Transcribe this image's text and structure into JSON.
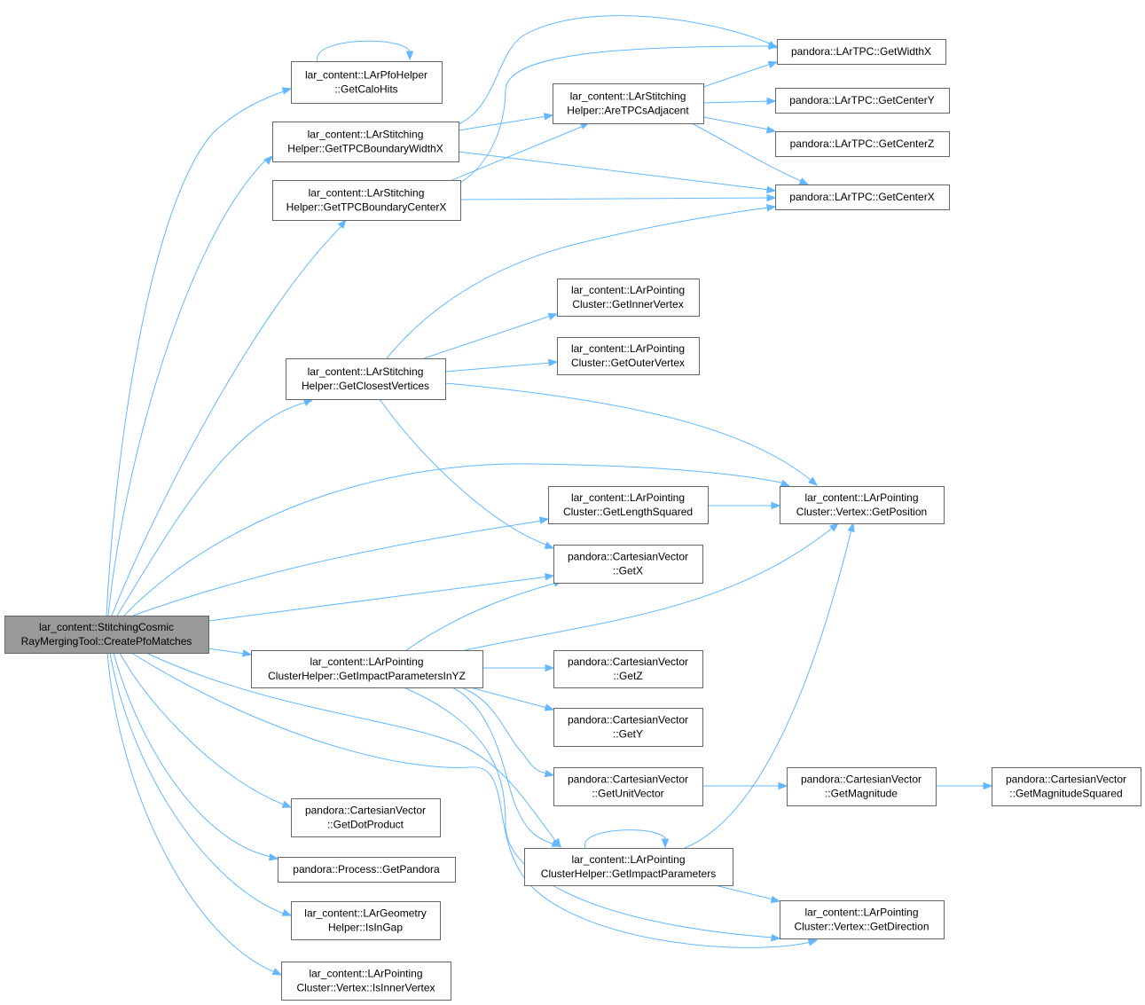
{
  "colors": {
    "edge": "#63b8ff",
    "node_border": "#666666",
    "root_fill": "#999999",
    "node_fill": "#ffffff"
  },
  "nodes": [
    {
      "id": "root",
      "lines": [
        "lar_content::StitchingCosmic",
        "RayMergingTool::CreatePfoMatches"
      ],
      "root": true
    },
    {
      "id": "getcalohits",
      "lines": [
        "lar_content::LArPfoHelper",
        "::GetCaloHits"
      ]
    },
    {
      "id": "gettpcboundarywidthx",
      "lines": [
        "lar_content::LArStitching",
        "Helper::GetTPCBoundaryWidthX"
      ]
    },
    {
      "id": "gettpcboundarycenterx",
      "lines": [
        "lar_content::LArStitching",
        "Helper::GetTPCBoundaryCenterX"
      ]
    },
    {
      "id": "aretpcsadjacent",
      "lines": [
        "lar_content::LArStitching",
        "Helper::AreTPCsAdjacent"
      ]
    },
    {
      "id": "getwidthx",
      "lines": [
        "pandora::LArTPC::GetWidthX"
      ]
    },
    {
      "id": "getcentery",
      "lines": [
        "pandora::LArTPC::GetCenterY"
      ]
    },
    {
      "id": "getcenterz",
      "lines": [
        "pandora::LArTPC::GetCenterZ"
      ]
    },
    {
      "id": "getcenterx",
      "lines": [
        "pandora::LArTPC::GetCenterX"
      ]
    },
    {
      "id": "getclosestvertices",
      "lines": [
        "lar_content::LArStitching",
        "Helper::GetClosestVertices"
      ]
    },
    {
      "id": "getinnervertex",
      "lines": [
        "lar_content::LArPointing",
        "Cluster::GetInnerVertex"
      ]
    },
    {
      "id": "getoutervertex",
      "lines": [
        "lar_content::LArPointing",
        "Cluster::GetOuterVertex"
      ]
    },
    {
      "id": "getposition",
      "lines": [
        "lar_content::LArPointing",
        "Cluster::Vertex::GetPosition"
      ]
    },
    {
      "id": "getlengthsquared",
      "lines": [
        "lar_content::LArPointing",
        "Cluster::GetLengthSquared"
      ]
    },
    {
      "id": "getx",
      "lines": [
        "pandora::CartesianVector",
        "::GetX"
      ]
    },
    {
      "id": "getimpactparametersinyz",
      "lines": [
        "lar_content::LArPointing",
        "ClusterHelper::GetImpactParametersInYZ"
      ]
    },
    {
      "id": "getz",
      "lines": [
        "pandora::CartesianVector",
        "::GetZ"
      ]
    },
    {
      "id": "gety",
      "lines": [
        "pandora::CartesianVector",
        "::GetY"
      ]
    },
    {
      "id": "getunitvector",
      "lines": [
        "pandora::CartesianVector",
        "::GetUnitVector"
      ]
    },
    {
      "id": "getmagnitude",
      "lines": [
        "pandora::CartesianVector",
        "::GetMagnitude"
      ]
    },
    {
      "id": "getmagnitudesquared",
      "lines": [
        "pandora::CartesianVector",
        "::GetMagnitudeSquared"
      ]
    },
    {
      "id": "getdotproduct",
      "lines": [
        "pandora::CartesianVector",
        "::GetDotProduct"
      ]
    },
    {
      "id": "getpandora",
      "lines": [
        "pandora::Process::GetPandora"
      ]
    },
    {
      "id": "getimpactparameters",
      "lines": [
        "lar_content::LArPointing",
        "ClusterHelper::GetImpactParameters"
      ]
    },
    {
      "id": "isingap",
      "lines": [
        "lar_content::LArGeometry",
        "Helper::IsInGap"
      ]
    },
    {
      "id": "getdirection",
      "lines": [
        "lar_content::LArPointing",
        "Cluster::Vertex::GetDirection"
      ]
    },
    {
      "id": "isinnervertex",
      "lines": [
        "lar_content::LArPointing",
        "Cluster::Vertex::IsInnerVertex"
      ]
    }
  ],
  "edges": [
    [
      "root",
      "getcalohits"
    ],
    [
      "root",
      "gettpcboundarywidthx"
    ],
    [
      "root",
      "gettpcboundarycenterx"
    ],
    [
      "root",
      "getclosestvertices"
    ],
    [
      "root",
      "getposition"
    ],
    [
      "root",
      "getlengthsquared"
    ],
    [
      "root",
      "getx"
    ],
    [
      "root",
      "getimpactparametersinyz"
    ],
    [
      "root",
      "getimpactparameters"
    ],
    [
      "root",
      "getdirection"
    ],
    [
      "root",
      "getdotproduct"
    ],
    [
      "root",
      "getpandora"
    ],
    [
      "root",
      "isingap"
    ],
    [
      "root",
      "isinnervertex"
    ],
    [
      "getcalohits",
      "getcalohits"
    ],
    [
      "gettpcboundarywidthx",
      "getwidthx"
    ],
    [
      "gettpcboundarywidthx",
      "aretpcsadjacent"
    ],
    [
      "gettpcboundarywidthx",
      "getcenterx"
    ],
    [
      "gettpcboundarycenterx",
      "getwidthx"
    ],
    [
      "gettpcboundarycenterx",
      "aretpcsadjacent"
    ],
    [
      "gettpcboundarycenterx",
      "getcenterx"
    ],
    [
      "aretpcsadjacent",
      "getwidthx"
    ],
    [
      "aretpcsadjacent",
      "getcentery"
    ],
    [
      "aretpcsadjacent",
      "getcenterz"
    ],
    [
      "aretpcsadjacent",
      "getcenterx"
    ],
    [
      "getclosestvertices",
      "getcenterx"
    ],
    [
      "getclosestvertices",
      "getinnervertex"
    ],
    [
      "getclosestvertices",
      "getoutervertex"
    ],
    [
      "getclosestvertices",
      "getposition"
    ],
    [
      "getclosestvertices",
      "getx"
    ],
    [
      "getlengthsquared",
      "getposition"
    ],
    [
      "getimpactparametersinyz",
      "getx"
    ],
    [
      "getimpactparametersinyz",
      "getposition"
    ],
    [
      "getimpactparametersinyz",
      "getz"
    ],
    [
      "getimpactparametersinyz",
      "gety"
    ],
    [
      "getimpactparametersinyz",
      "getunitvector"
    ],
    [
      "getimpactparametersinyz",
      "getimpactparameters"
    ],
    [
      "getimpactparametersinyz",
      "getdirection"
    ],
    [
      "getunitvector",
      "getmagnitude"
    ],
    [
      "getmagnitude",
      "getmagnitudesquared"
    ],
    [
      "getimpactparameters",
      "getimpactparameters"
    ],
    [
      "getimpactparameters",
      "getposition"
    ],
    [
      "getimpactparameters",
      "getdirection"
    ]
  ]
}
